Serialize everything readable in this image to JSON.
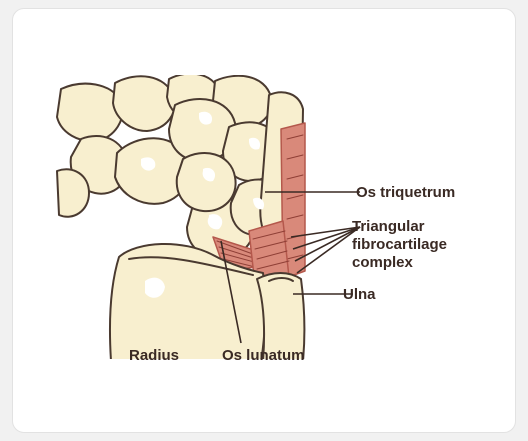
{
  "colors": {
    "bone": "#f8efcf",
    "bone_highlight": "#ffffff",
    "outline": "#4a3a30",
    "ligament": "#d9897a",
    "ligament_line": "#b4584c",
    "label": "#3a2a24",
    "card": "#ffffff"
  },
  "labels": {
    "os_triquetrum": "Os triquetrum",
    "tfcc_line1": "Triangular",
    "tfcc_line2": "fibrocartilage",
    "tfcc_line3": "complex",
    "ulna": "Ulna",
    "radius": "Radius",
    "os_lunatum": "Os lunatum"
  }
}
